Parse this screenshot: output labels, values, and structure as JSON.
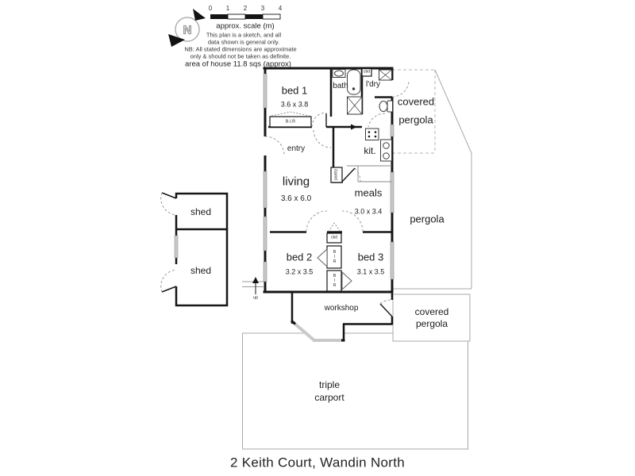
{
  "title": "2 Keith Court, Wandin North",
  "header": {
    "compass_letter": "N",
    "scale_ticks": [
      "0",
      "1",
      "2",
      "3",
      "4"
    ],
    "scale_caption": "approx. scale (m)",
    "sketch_note_line1": "This plan is a sketch, and all",
    "sketch_note_line2": "data shown is general only.",
    "nb_note_line1": "NB: All stated dimensions are approximate",
    "nb_note_line2": "only & should not be taken as definite.",
    "area_note": "area of house 11.8 sqs (approx)"
  },
  "rooms": {
    "bed1": {
      "label": "bed 1",
      "dims": "3.6 x 3.8"
    },
    "bed2": {
      "label": "bed 2",
      "dims": "3.2 x 3.5"
    },
    "bed3": {
      "label": "bed 3",
      "dims": "3.1 x 3.5"
    },
    "living": {
      "label": "living",
      "dims": "3.6 x 6.0"
    },
    "meals": {
      "label": "meals",
      "dims": "3.0 x 3.4"
    },
    "bath": {
      "label": "bath"
    },
    "laundry": {
      "label": "l'dry"
    },
    "kitchen": {
      "label": "kit."
    },
    "entry": {
      "label": "entry"
    },
    "workshop": {
      "label": "workshop"
    }
  },
  "outdoor": {
    "covered_pergola_top": {
      "line1": "covered",
      "line2": "pergola"
    },
    "pergola": {
      "label": "pergola"
    },
    "covered_pergola_bottom": {
      "line1": "covered",
      "line2": "pergola"
    },
    "carport": {
      "line1": "triple",
      "line2": "carport"
    },
    "shed_upper": {
      "label": "shed"
    },
    "shed_lower": {
      "label": "shed"
    }
  },
  "fixtures": {
    "bir_bed1": "B.I.R",
    "bir_upper": "BIR",
    "bir_lower": "BIR",
    "cbd_hall": "cbd",
    "cbd_bedrooms": "cbd",
    "pantry": "pantry",
    "up": "up"
  },
  "colors": {
    "wall": "#161616",
    "window": "#c9c9c9",
    "outdoor_line": "#a8a8a8",
    "text": "#1c1c1c"
  }
}
